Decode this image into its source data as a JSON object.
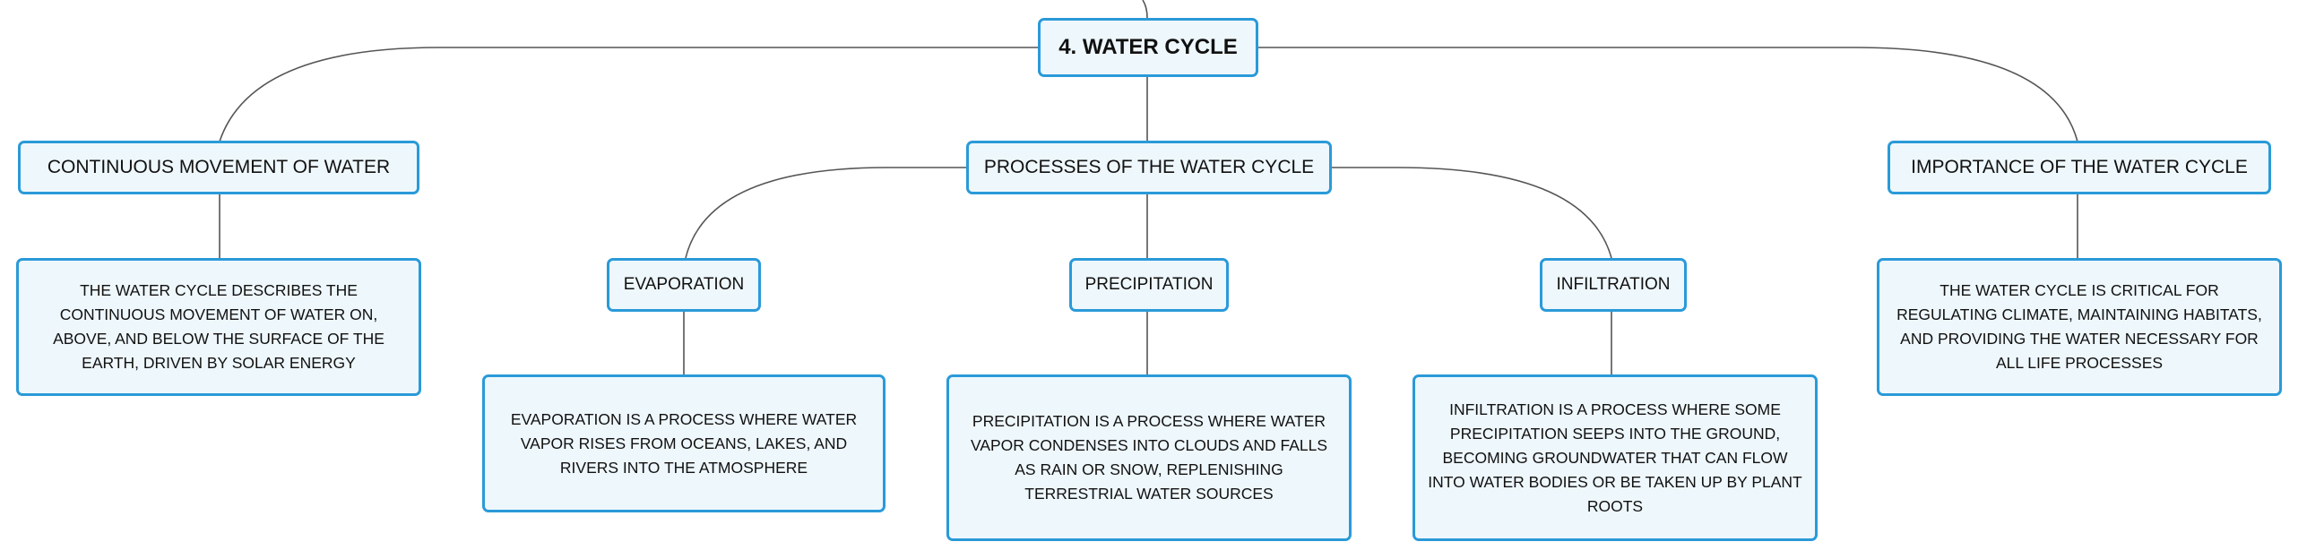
{
  "root": {
    "title": "4. WATER CYCLE"
  },
  "branches": [
    {
      "label": "CONTINUOUS MOVEMENT OF WATER",
      "description": "THE WATER CYCLE DESCRIBES THE CONTINUOUS MOVEMENT OF WATER ON, ABOVE, AND BELOW THE SURFACE OF THE EARTH, DRIVEN BY SOLAR ENERGY"
    },
    {
      "label": "PROCESSES OF THE WATER CYCLE",
      "children": [
        {
          "label": "EVAPORATION",
          "description": "EVAPORATION IS A PROCESS WHERE WATER VAPOR RISES FROM OCEANS, LAKES, AND RIVERS INTO THE ATMOSPHERE"
        },
        {
          "label": "PRECIPITATION",
          "description": "PRECIPITATION IS A PROCESS WHERE WATER VAPOR CONDENSES INTO CLOUDS AND FALLS AS RAIN OR SNOW, REPLENISHING TERRESTRIAL WATER SOURCES"
        },
        {
          "label": "INFILTRATION",
          "description": "INFILTRATION IS A PROCESS WHERE SOME PRECIPITATION SEEPS INTO THE GROUND, BECOMING GROUNDWATER THAT CAN FLOW INTO WATER BODIES OR BE TAKEN UP BY PLANT ROOTS"
        }
      ]
    },
    {
      "label": "IMPORTANCE OF THE WATER CYCLE",
      "description": "THE WATER CYCLE IS CRITICAL FOR REGULATING CLIMATE, MAINTAINING HABITATS, AND PROVIDING THE WATER NECESSARY FOR ALL LIFE PROCESSES"
    }
  ],
  "colors": {
    "node_fill": "#eef7fc",
    "node_border": "#2a9ad8",
    "connector": "#555555"
  }
}
